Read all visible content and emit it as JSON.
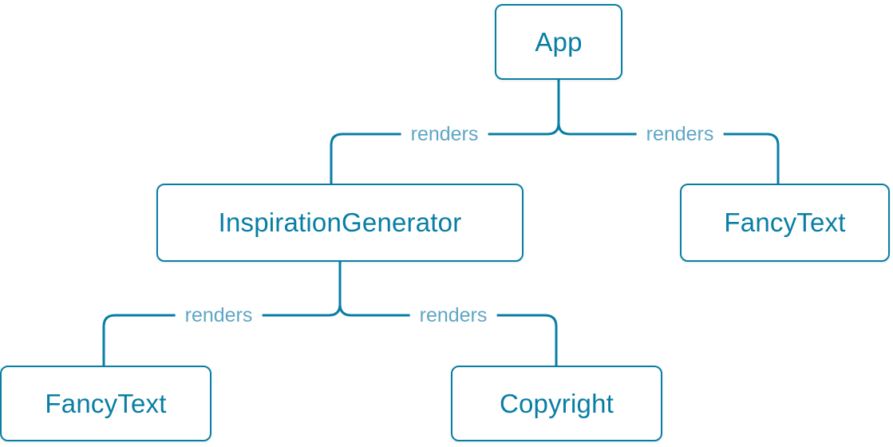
{
  "diagram": {
    "type": "component-render-tree",
    "colors": {
      "accent": "#087EA4",
      "edge_label": "#5FA6C5",
      "node_background": "#FFFFFF",
      "page_background": "#FFFFFF"
    },
    "nodes": [
      {
        "id": "app",
        "label": "App"
      },
      {
        "id": "inspiration-generator",
        "label": "InspirationGenerator"
      },
      {
        "id": "fancy-text-top",
        "label": "FancyText"
      },
      {
        "id": "fancy-text-bottom",
        "label": "FancyText"
      },
      {
        "id": "copyright",
        "label": "Copyright"
      }
    ],
    "edges": [
      {
        "from": "App",
        "to": "InspirationGenerator",
        "label": "renders"
      },
      {
        "from": "App",
        "to": "FancyText",
        "label": "renders"
      },
      {
        "from": "InspirationGenerator",
        "to": "FancyText",
        "label": "renders"
      },
      {
        "from": "InspirationGenerator",
        "to": "Copyright",
        "label": "renders"
      }
    ]
  }
}
